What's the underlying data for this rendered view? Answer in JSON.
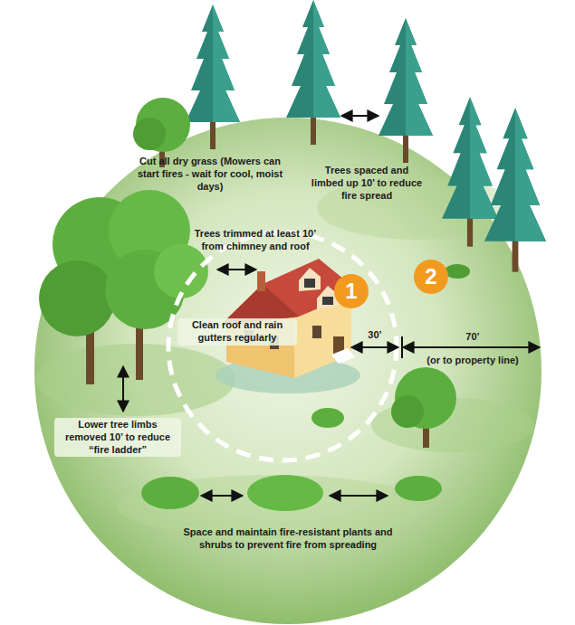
{
  "diagram": {
    "nodes": [
      {
        "text": [
          "1"
        ]
      },
      {
        "text": [
          "2"
        ]
      }
    ],
    "labels": [
      "Cut all dry grass (Mowers can start fires - wait for cool, moist days)",
      "Trees spaced and limbed up 10’ to reduce fire spread",
      "Trees trimmed at least 10’ from chimney and roof",
      "Clean roof and rain gutters regularly",
      "30’",
      "70’",
      "(or to property line)",
      "Lower tree limbs removed 10’ to reduce “fire ladder”",
      "Space and maintain fire-resistant plants and shrubs to prevent fire from spreading"
    ]
  }
}
